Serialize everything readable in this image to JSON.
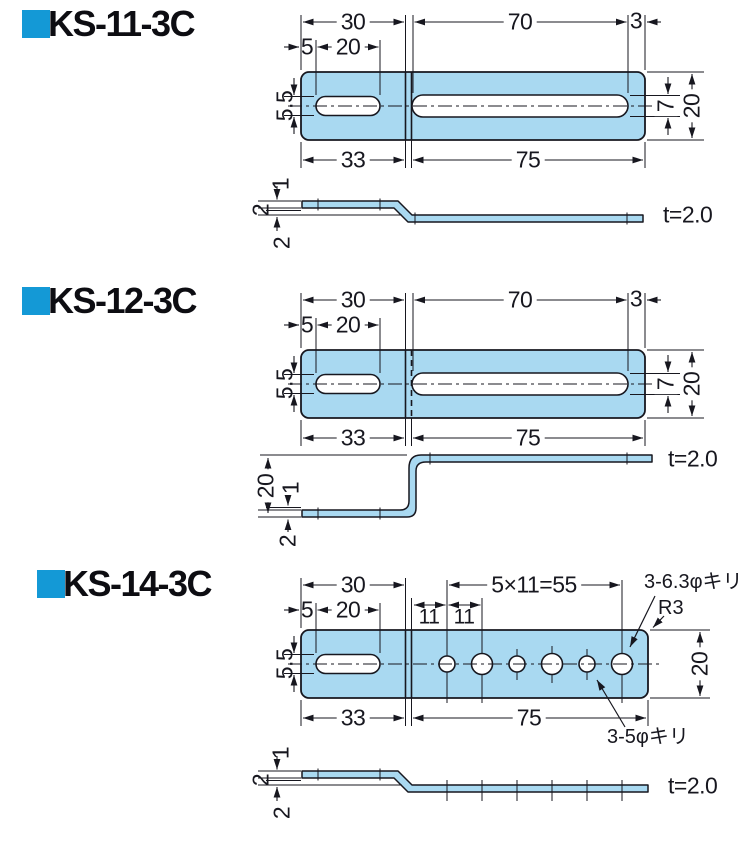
{
  "colors": {
    "accent": "#1499D6",
    "part_fill": "#A9D9F1",
    "line": "#17171F",
    "background": "#FFFFFF"
  },
  "sections": [
    {
      "title": "KS-11-3C",
      "plan": {
        "w30": "30",
        "w70": "70",
        "w3": "3",
        "w5": "5",
        "w20": "20",
        "slot_width_left": "5.5",
        "slot_width_right": "7",
        "height": "20",
        "w33": "33",
        "w75": "75"
      },
      "side": {
        "g1": "1",
        "g2": "2",
        "g3": "2",
        "thickness": "t=2.0"
      }
    },
    {
      "title": "KS-12-3C",
      "plan": {
        "w30": "30",
        "w70": "70",
        "w3": "3",
        "w5": "5",
        "w20": "20",
        "slot_width_left": "5.5",
        "slot_width_right": "7",
        "height": "20",
        "w33": "33",
        "w75": "75"
      },
      "side": {
        "h20": "20",
        "g1": "1",
        "g2": "2",
        "thickness": "t=2.0"
      }
    },
    {
      "title": "KS-14-3C",
      "plan": {
        "w30": "30",
        "w5": "5",
        "w20": "20",
        "slot_width_left": "5.5",
        "pitch": "5×11=55",
        "p11a": "11",
        "p11b": "11",
        "hole_large": "3-6.3φキリ",
        "corner_radius": "R3",
        "height": "20",
        "w33": "33",
        "w75": "75",
        "hole_small": "3-5φキリ"
      },
      "side": {
        "g1": "1",
        "g2": "2",
        "g3": "2",
        "thickness": "t=2.0"
      }
    }
  ]
}
